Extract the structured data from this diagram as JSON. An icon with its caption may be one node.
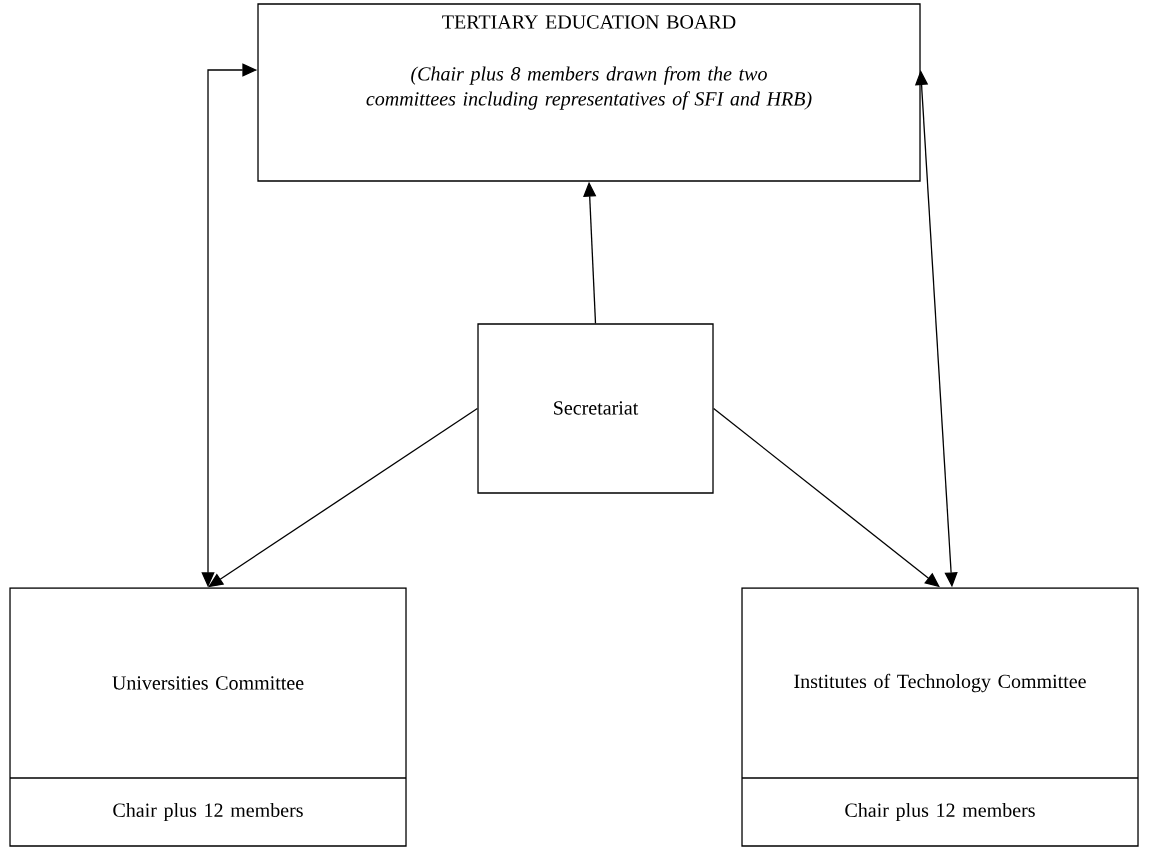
{
  "diagram": {
    "nodes": [
      {
        "text": [
          "TERTIARY EDUCATION BOARD",
          "(Chair plus 8 members drawn from the two committees including representatives of SFI and HRB)"
        ]
      },
      {
        "text": [
          "Secretariat"
        ]
      },
      {
        "text": [
          "Universities Committee",
          "Chair plus 12 members"
        ]
      },
      {
        "text": [
          "Institutes of Technology Committee",
          "Chair plus 12 members"
        ]
      }
    ],
    "edges": [
      {
        "from": 0,
        "to": 2,
        "arrow": "both"
      },
      {
        "from": 1,
        "to": 0,
        "arrow": "to"
      },
      {
        "from": 1,
        "to": 2,
        "arrow": "to"
      },
      {
        "from": 1,
        "to": 3,
        "arrow": "to"
      },
      {
        "from": 0,
        "to": 3,
        "arrow": "both"
      }
    ]
  }
}
